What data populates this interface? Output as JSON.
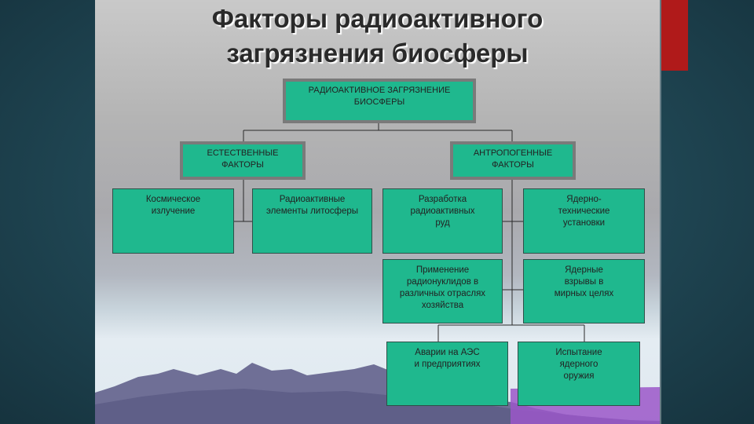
{
  "title": {
    "line1": "Факторы радиоактивного",
    "line2": "загрязнения биосферы"
  },
  "colors": {
    "box_fill": "#1fb88e",
    "accent": "#b01a1a",
    "background": "#1f4552"
  },
  "root": {
    "line1": "РАДИОАКТИВНОЕ ЗАГРЯЗНЕНИЕ",
    "line2": "БИОСФЕРЫ"
  },
  "natural": {
    "line1": "ЕСТЕСТВЕННЫЕ",
    "line2": "ФАКТОРЫ",
    "items": [
      {
        "line1": "Космическое",
        "line2": "излучение"
      },
      {
        "line1": "Радиоактивные",
        "line2": "элементы литосферы"
      }
    ]
  },
  "anthropogenic": {
    "line1": "АНТРОПОГЕННЫЕ",
    "line2": "ФАКТОРЫ",
    "items": [
      {
        "line1": "Разработка",
        "line2": "радиоактивных",
        "line3": "руд"
      },
      {
        "line1": "Ядерно-",
        "line2": "технические",
        "line3": "установки"
      },
      {
        "line1": "Применение",
        "line2": "радионуклидов в",
        "line3": "различных отраслях",
        "line4": "хозяйства"
      },
      {
        "line1": "Ядерные",
        "line2": "взрывы в",
        "line3": "мирных целях"
      },
      {
        "line1": "Аварии на АЭС",
        "line2": "и предприятиях"
      },
      {
        "line1": "Испытание",
        "line2": "ядерного",
        "line3": "оружия"
      }
    ]
  }
}
